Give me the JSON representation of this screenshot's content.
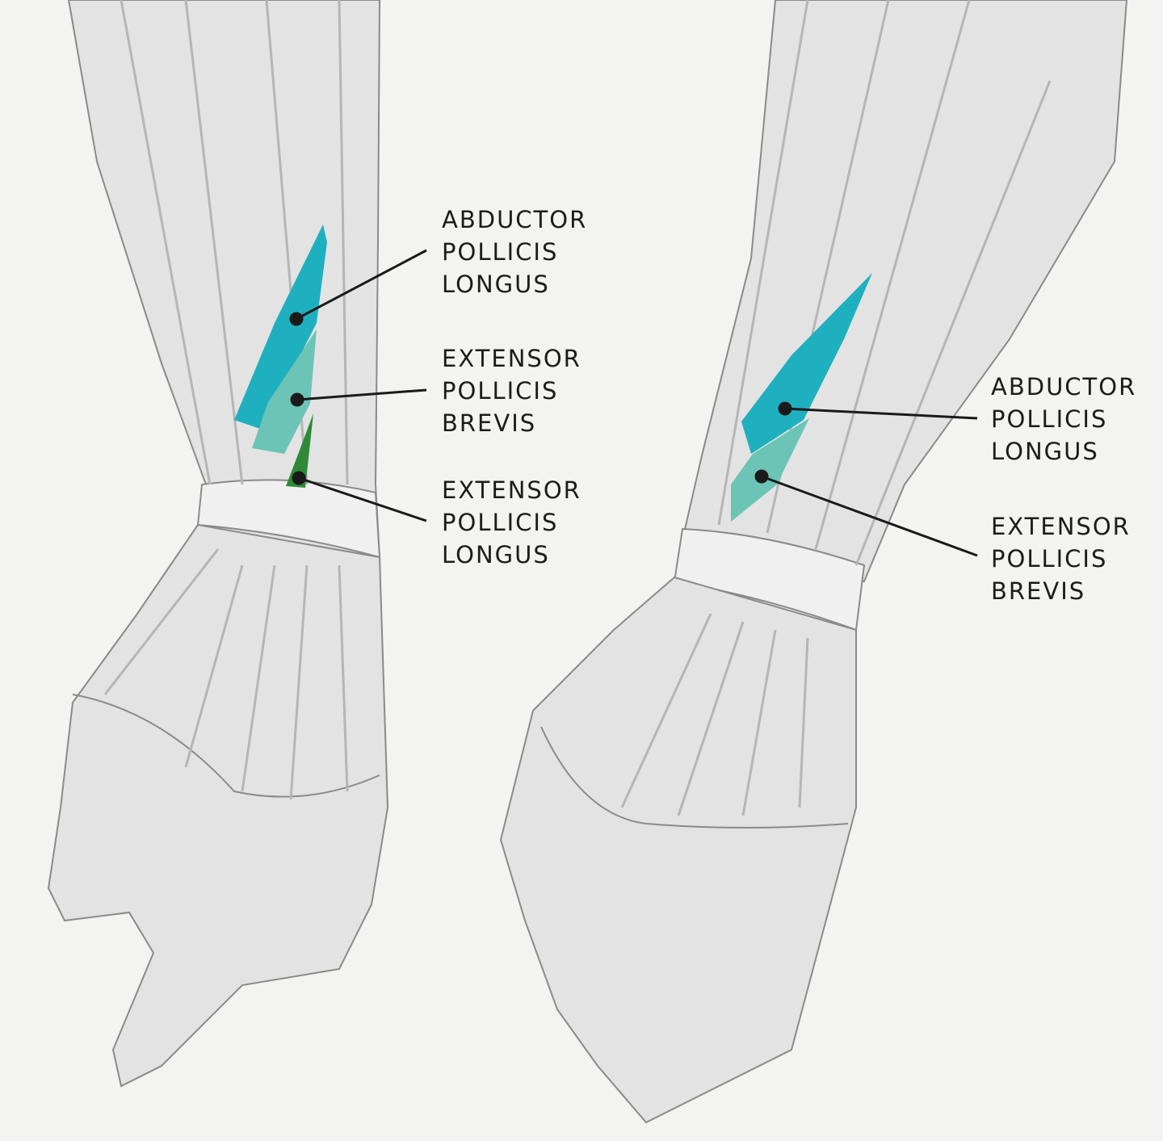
{
  "colors": {
    "background": "#f3f3f1",
    "abductor_pollicis_longus": "#1fb0bf",
    "extensor_pollicis_brevis": "#6cc4b6",
    "extensor_pollicis_longus": "#2e8a36",
    "leader_line": "#1a1a1a",
    "sketch_fill": "#e2e2e2",
    "sketch_stroke": "#8a8a8a"
  },
  "left_view": {
    "labels": [
      {
        "lines": [
          "ABDUCTOR",
          "POLLICIS",
          "LONGUS"
        ]
      },
      {
        "lines": [
          "EXTENSOR",
          "POLLICIS",
          "BREVIS"
        ]
      },
      {
        "lines": [
          "EXTENSOR",
          "POLLICIS",
          "LONGUS"
        ]
      }
    ]
  },
  "right_view": {
    "labels": [
      {
        "lines": [
          "ABDUCTOR",
          "POLLICIS",
          "LONGUS"
        ]
      },
      {
        "lines": [
          "EXTENSOR",
          "POLLICIS",
          "BREVIS"
        ]
      }
    ]
  }
}
